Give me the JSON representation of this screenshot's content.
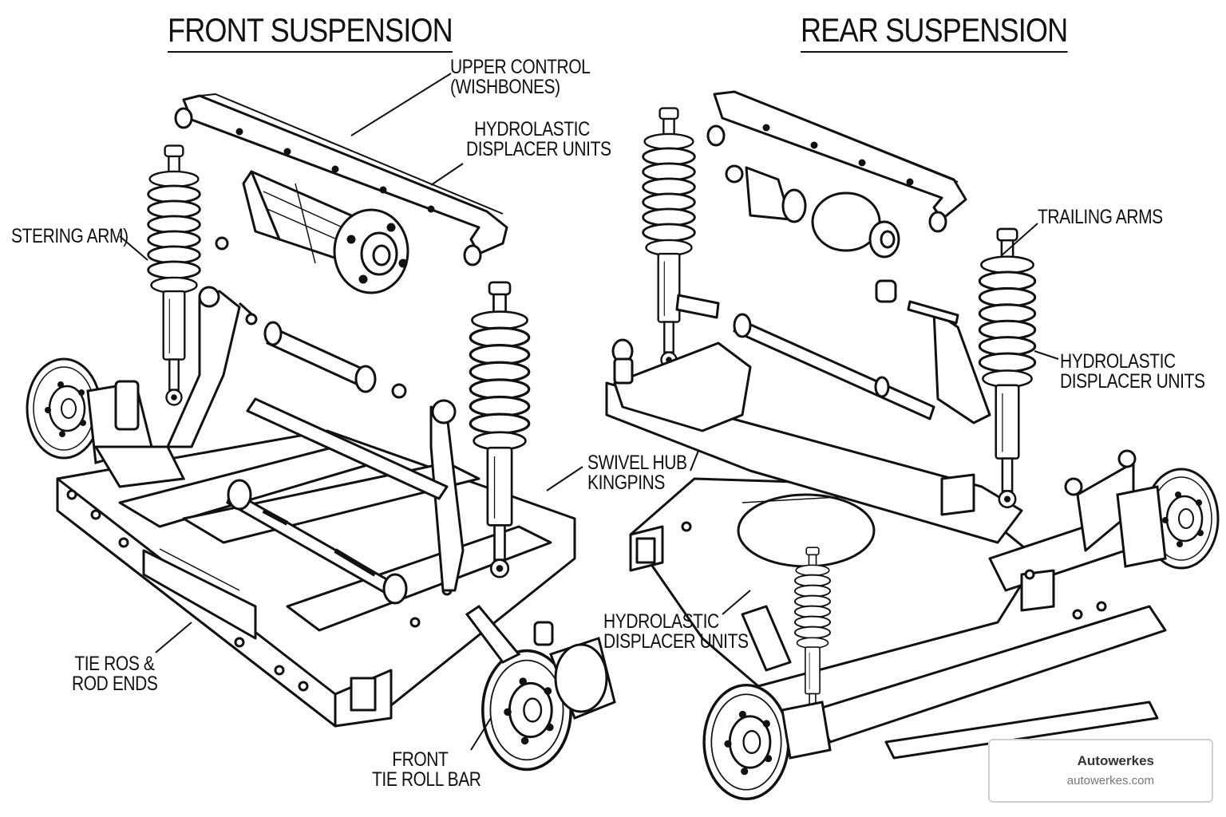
{
  "titles": {
    "front": "FRONT SUSPENSION",
    "rear": "REAR SUSPENSION"
  },
  "labels": {
    "upper_control": [
      "UPPER CONTROL",
      "(WISHBONES)"
    ],
    "hydrolastic_top": [
      "HYDROLASTIC",
      "DISPLACER UNITS"
    ],
    "stering_arm": [
      "STERING ARM)"
    ],
    "swivel_hub": [
      "SWIVEL HUB",
      "KINGPINS"
    ],
    "tie_ros": [
      "TIE ROS &",
      "ROD ENDS"
    ],
    "front_tie_roll_bar": [
      "FRONT",
      "TIE ROLL BAR"
    ],
    "trailing_arms": [
      "TRAILING ARMS"
    ],
    "hydrolastic_right": [
      "HYDROLASTIC",
      "DISPLACER UNITS"
    ],
    "hydrolastic_bottom": [
      "HYDROLASTIC",
      "DISPLACER UNITS"
    ]
  },
  "brand": {
    "name": "Autowerkes",
    "url": "autowerkes.com",
    "logo_icon": "arch-logo-icon",
    "accent_color": "#f07c1e"
  }
}
